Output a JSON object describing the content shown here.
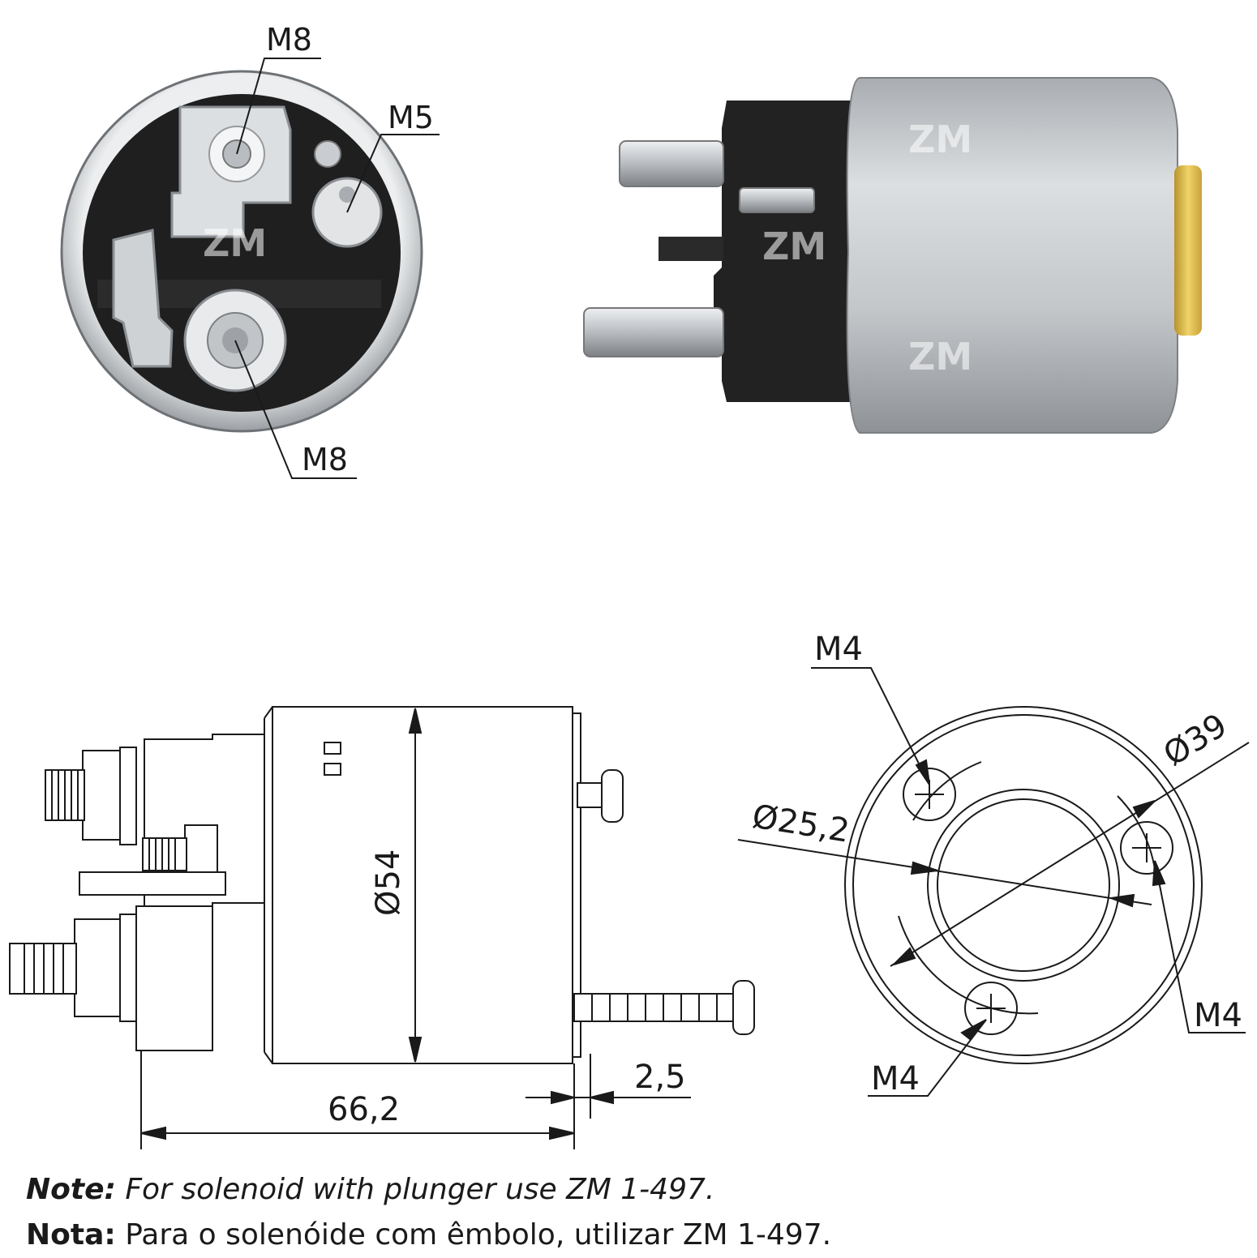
{
  "photo_front_view": {
    "callouts": {
      "top_terminal": "M8",
      "small_terminal": "M5",
      "bottom_terminal": "M8"
    },
    "watermark_text": "ZM"
  },
  "drawing_side_view": {
    "body_diameter": "Ø54",
    "overall_length": "66,2",
    "flange_offset": "2,5"
  },
  "drawing_flange_view": {
    "mount_screw_top": "M4",
    "mount_screw_right": "M4",
    "mount_screw_bottom": "M4",
    "bolt_circle_diameter": "Ø39",
    "bore_diameter": "Ø25,2"
  },
  "notes": {
    "english_key": "Note:",
    "english_text": "For solenoid with plunger use ZM 1-497.",
    "portuguese_key": "Nota:",
    "portuguese_text": "Para o solenóide com êmbolo, utilizar ZM 1-497."
  },
  "colors": {
    "line": "#1a1a1a",
    "housing_silver": "#c9cccf",
    "cap_black": "#222222",
    "brass_plug": "#d8b64a"
  }
}
